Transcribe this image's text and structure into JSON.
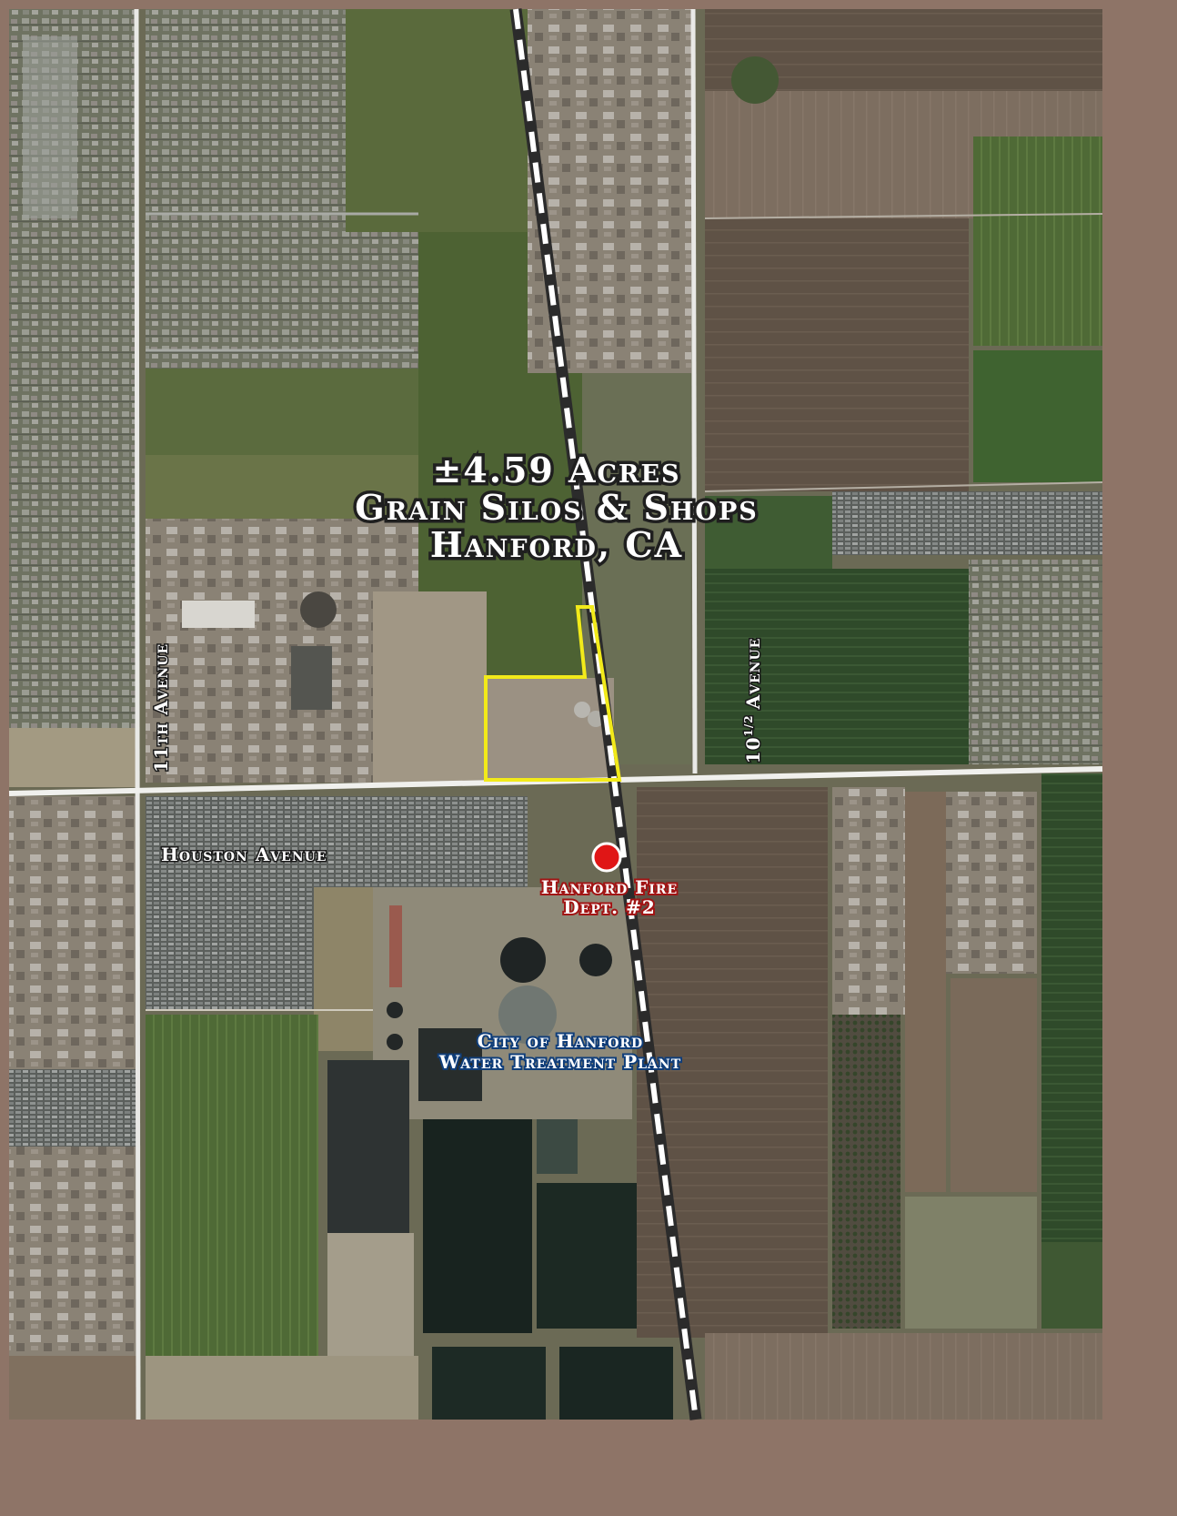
{
  "map": {
    "headline": {
      "line1": "±4.59 Acres",
      "line2": "Grain Silos & Shops",
      "line3": "Hanford, CA"
    },
    "roads": {
      "eleventh": "11th Avenue",
      "tenth_half_main": "10",
      "tenth_half_sup": "1/2",
      "tenth_half_rest": "Avenue",
      "houston": "Houston Avenue"
    },
    "pois": {
      "fire_line1": "Hanford Fire",
      "fire_line2": "Dept. #2",
      "water_line1": "City of Hanford",
      "water_line2": "Water Treatment Plant"
    },
    "colors": {
      "frame": "#8e7467",
      "parcel_outline": "#f2ea1a",
      "headline_glow": "#e7df22",
      "fire_marker": "#e01616",
      "railroad_dash": "#ffffff"
    },
    "icons": {
      "fire_marker": "red-circle-marker-icon"
    }
  }
}
